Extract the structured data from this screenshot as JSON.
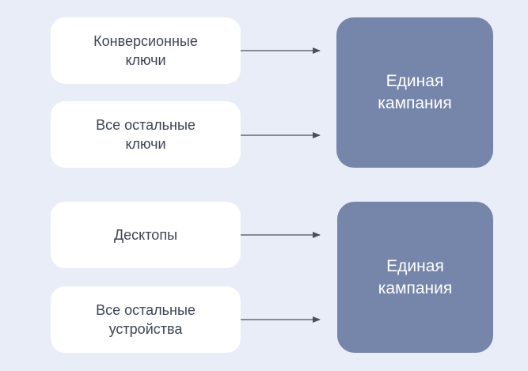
{
  "groups": [
    {
      "sources": [
        {
          "label": "Конверсионные ключи"
        },
        {
          "label": "Все остальные ключи"
        }
      ],
      "target": {
        "label": "Единая кампания"
      }
    },
    {
      "sources": [
        {
          "label": "Десктопы"
        },
        {
          "label": "Все остальные устройства"
        }
      ],
      "target": {
        "label": "Единая кампания"
      }
    }
  ],
  "colors": {
    "background": "#e8edf8",
    "source_fill": "#ffffff",
    "source_text": "#3d4554",
    "target_fill": "#7686aa",
    "target_text": "#ffffff",
    "arrow": "#4a4f5a"
  }
}
